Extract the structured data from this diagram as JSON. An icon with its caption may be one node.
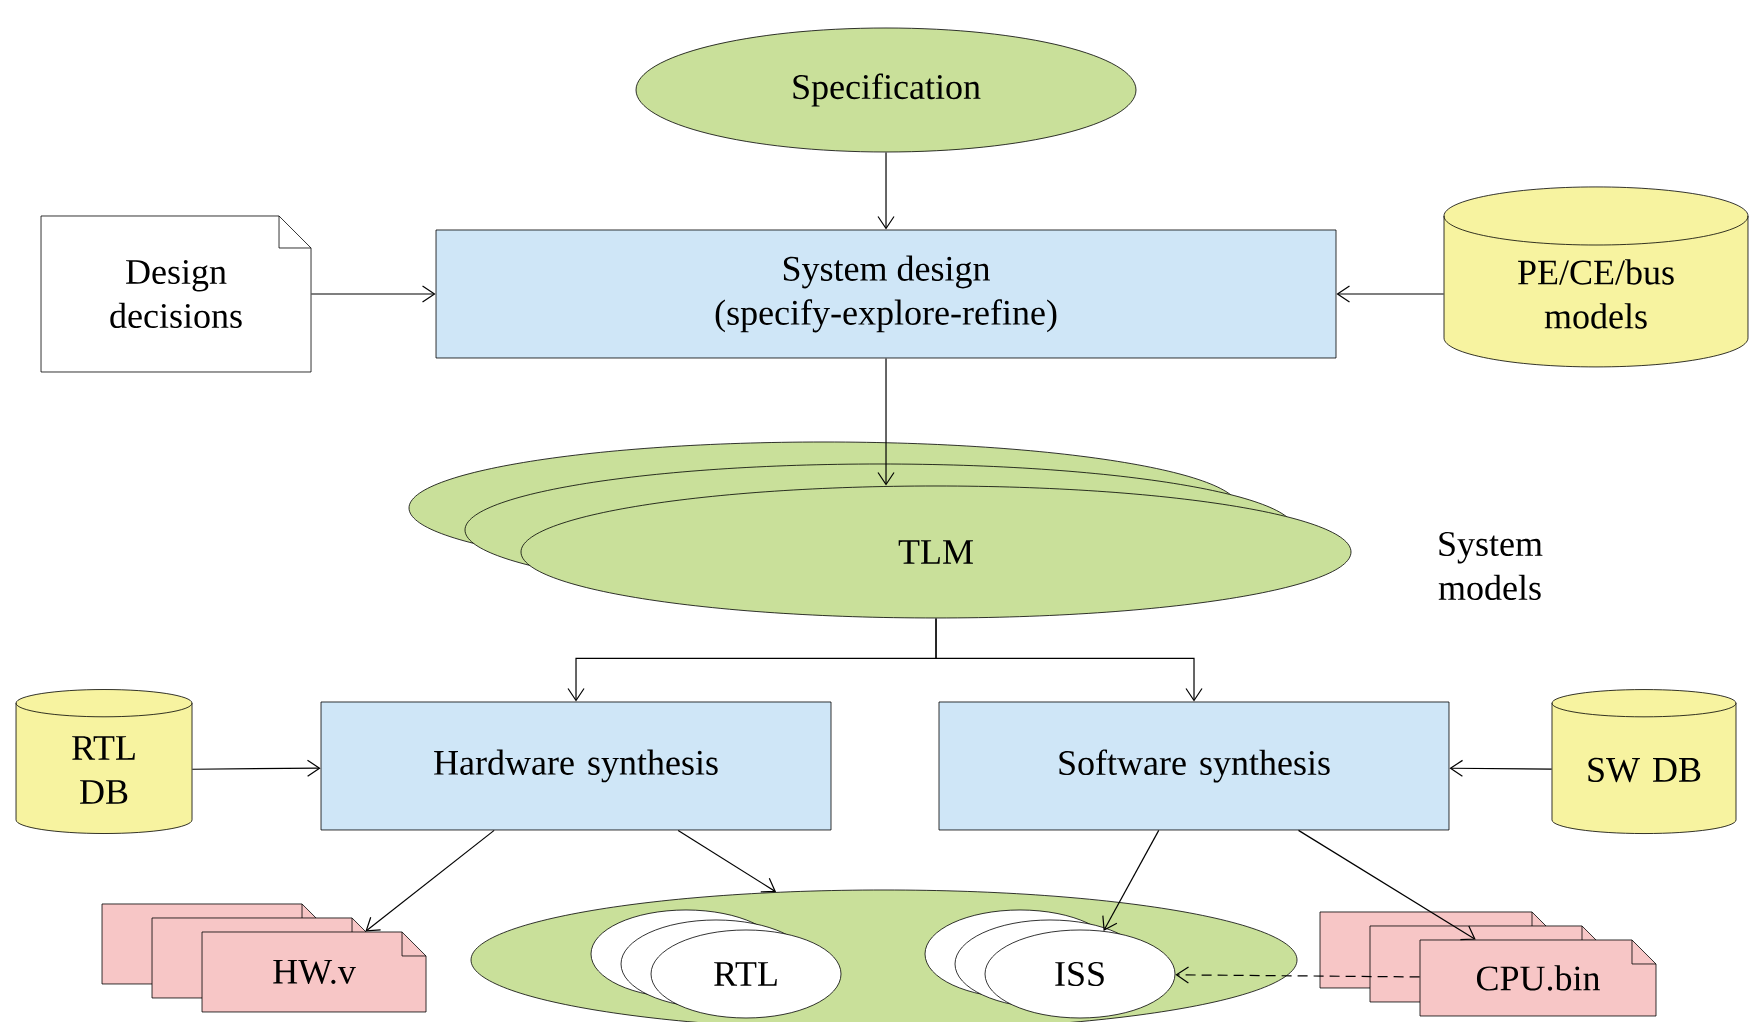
{
  "diagram": {
    "nodes": [
      {
        "text": [
          "Specification"
        ]
      },
      {
        "text": [
          "Design decisions"
        ]
      },
      {
        "text": [
          "System design",
          "(specify-explore-refine)"
        ]
      },
      {
        "text": [
          "PE/CE/bus models"
        ]
      },
      {
        "text": [
          "TLM"
        ],
        "beside": [
          "System models"
        ]
      },
      {
        "text": [
          "RTL DB"
        ]
      },
      {
        "text": [
          "Hardware synthesis"
        ]
      },
      {
        "text": [
          "Software synthesis"
        ]
      },
      {
        "text": [
          "SW DB"
        ]
      },
      {
        "text": [
          "HW.v"
        ]
      },
      {
        "text": [],
        "shape": "ellipse"
      },
      {
        "text": [
          "RTL"
        ],
        "in": 10
      },
      {
        "text": [
          "ISS"
        ],
        "in": 10
      },
      {
        "text": [
          "CPU.bin"
        ]
      }
    ],
    "edges": [
      {
        "from": 0,
        "to": 2,
        "arrow": "to"
      },
      {
        "from": 1,
        "to": 2,
        "arrow": "to"
      },
      {
        "from": 3,
        "to": 2,
        "arrow": "to"
      },
      {
        "from": 2,
        "to": 4,
        "arrow": "to"
      },
      {
        "from": 4,
        "to": 6,
        "arrow": "to"
      },
      {
        "from": 4,
        "to": 7,
        "arrow": "to"
      },
      {
        "from": 5,
        "to": 6,
        "arrow": "to"
      },
      {
        "from": 8,
        "to": 7,
        "arrow": "to"
      },
      {
        "from": 6,
        "to": 9,
        "arrow": "to"
      },
      {
        "from": 6,
        "to": 10,
        "arrow": "to"
      },
      {
        "from": 7,
        "to": 12,
        "arrow": "to"
      },
      {
        "from": 7,
        "to": 13,
        "arrow": "to"
      },
      {
        "from": 13,
        "to": 12,
        "arrow": "to",
        "style": "dashed"
      }
    ]
  }
}
